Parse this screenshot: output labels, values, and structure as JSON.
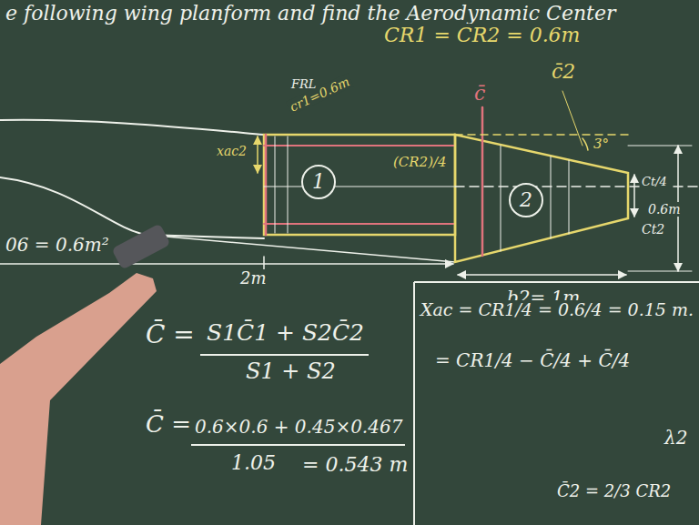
{
  "diagram": {
    "title": "e following wing planform and find the Aerodynamic Center",
    "nodes": [
      {
        "text": [
          "1"
        ]
      },
      {
        "text": [
          "2"
        ]
      }
    ],
    "labels": [
      "FRL",
      "cr1=0.6m",
      "CR1 = CR2 = 0.6m",
      "c̄",
      "c̄2",
      "3°",
      "xac2",
      "(CR2)/4",
      "Ct/4",
      "0.6m",
      "Ct2",
      "06 = 0.6m²",
      "2m",
      "b2= 1m",
      "C̄ =",
      "S1C̄1 + S2C̄2",
      "S1 + S2",
      "C̄ =",
      "0.6×0.6 + 0.45×0.467",
      "1.05",
      "= 0.543 m",
      "Xac = CR1/4 = 0.6/4 = 0.15 m.",
      "= CR1/4 − C̄/4 + C̄/4",
      "λ2",
      "C̄2 = 2/3 CR2"
    ]
  }
}
